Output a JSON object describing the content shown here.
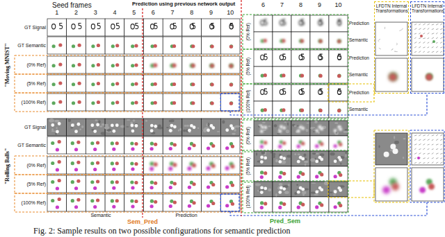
{
  "diagram": {
    "caption": "Fig. 2: Sample results on two possible configurations for semantic prediction",
    "nodes": [
      {
        "text": [
          "LFDTN Internal Transformations"
        ]
      },
      {
        "text": [
          "LFDTN Internal Transformations"
        ]
      }
    ],
    "labels": [
      "Seed frames",
      "Prediction using previous network output",
      "1",
      "2",
      "3",
      "4",
      "5",
      "6",
      "7",
      "8",
      "9",
      "10",
      "6",
      "7",
      "8",
      "9",
      "10",
      "Prediction",
      "Semantic",
      "Prediction",
      "Semantic",
      "Prediction",
      "Semantic",
      "(0% Ref)",
      "(5% Ref)",
      "(100% Ref)",
      "\"Moving MNIST\"",
      "GT Signal",
      "GT Semantic",
      "(0% Ref)",
      "(5% Ref)",
      "(100% Ref)",
      "\"Rolling Balls\"",
      "GT Signal",
      "GT Semantic",
      "(0% Ref)",
      "(5% Ref)",
      "(100% Ref)",
      "(0% Ref)",
      "(5% Ref)",
      "(100% Ref)",
      "Semantic",
      "Prediction",
      "Sem_Pred",
      "Pred_Sem"
    ]
  }
}
